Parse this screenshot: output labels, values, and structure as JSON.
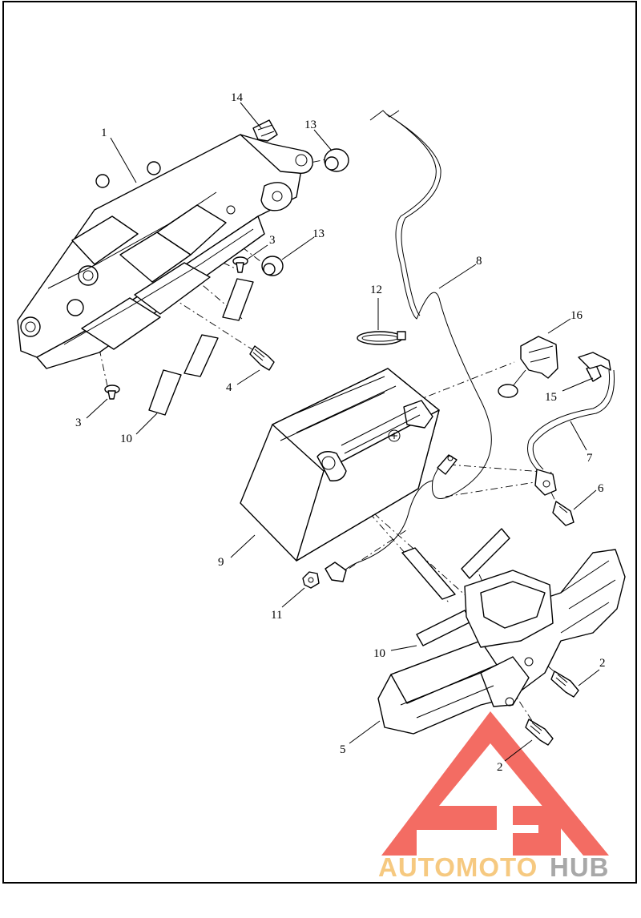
{
  "diagram": {
    "callouts": [
      {
        "id": "c1",
        "label": "1"
      },
      {
        "id": "c2a",
        "label": "2"
      },
      {
        "id": "c2b",
        "label": "2"
      },
      {
        "id": "c3a",
        "label": "3"
      },
      {
        "id": "c3b",
        "label": "3"
      },
      {
        "id": "c4",
        "label": "4"
      },
      {
        "id": "c5",
        "label": "5"
      },
      {
        "id": "c6",
        "label": "6"
      },
      {
        "id": "c7",
        "label": "7"
      },
      {
        "id": "c8",
        "label": "8"
      },
      {
        "id": "c9",
        "label": "9"
      },
      {
        "id": "c10a",
        "label": "10"
      },
      {
        "id": "c10b",
        "label": "10"
      },
      {
        "id": "c11",
        "label": "11"
      },
      {
        "id": "c12",
        "label": "12"
      },
      {
        "id": "c13a",
        "label": "13"
      },
      {
        "id": "c13b",
        "label": "13"
      },
      {
        "id": "c14",
        "label": "14"
      },
      {
        "id": "c15",
        "label": "15"
      },
      {
        "id": "c16",
        "label": "16"
      }
    ]
  },
  "watermark": {
    "text_part1": "AUTOMOTO",
    "text_part2": "HUB",
    "color_primary": "#ef3b2f",
    "color_secondary": "#c9c9c9"
  }
}
